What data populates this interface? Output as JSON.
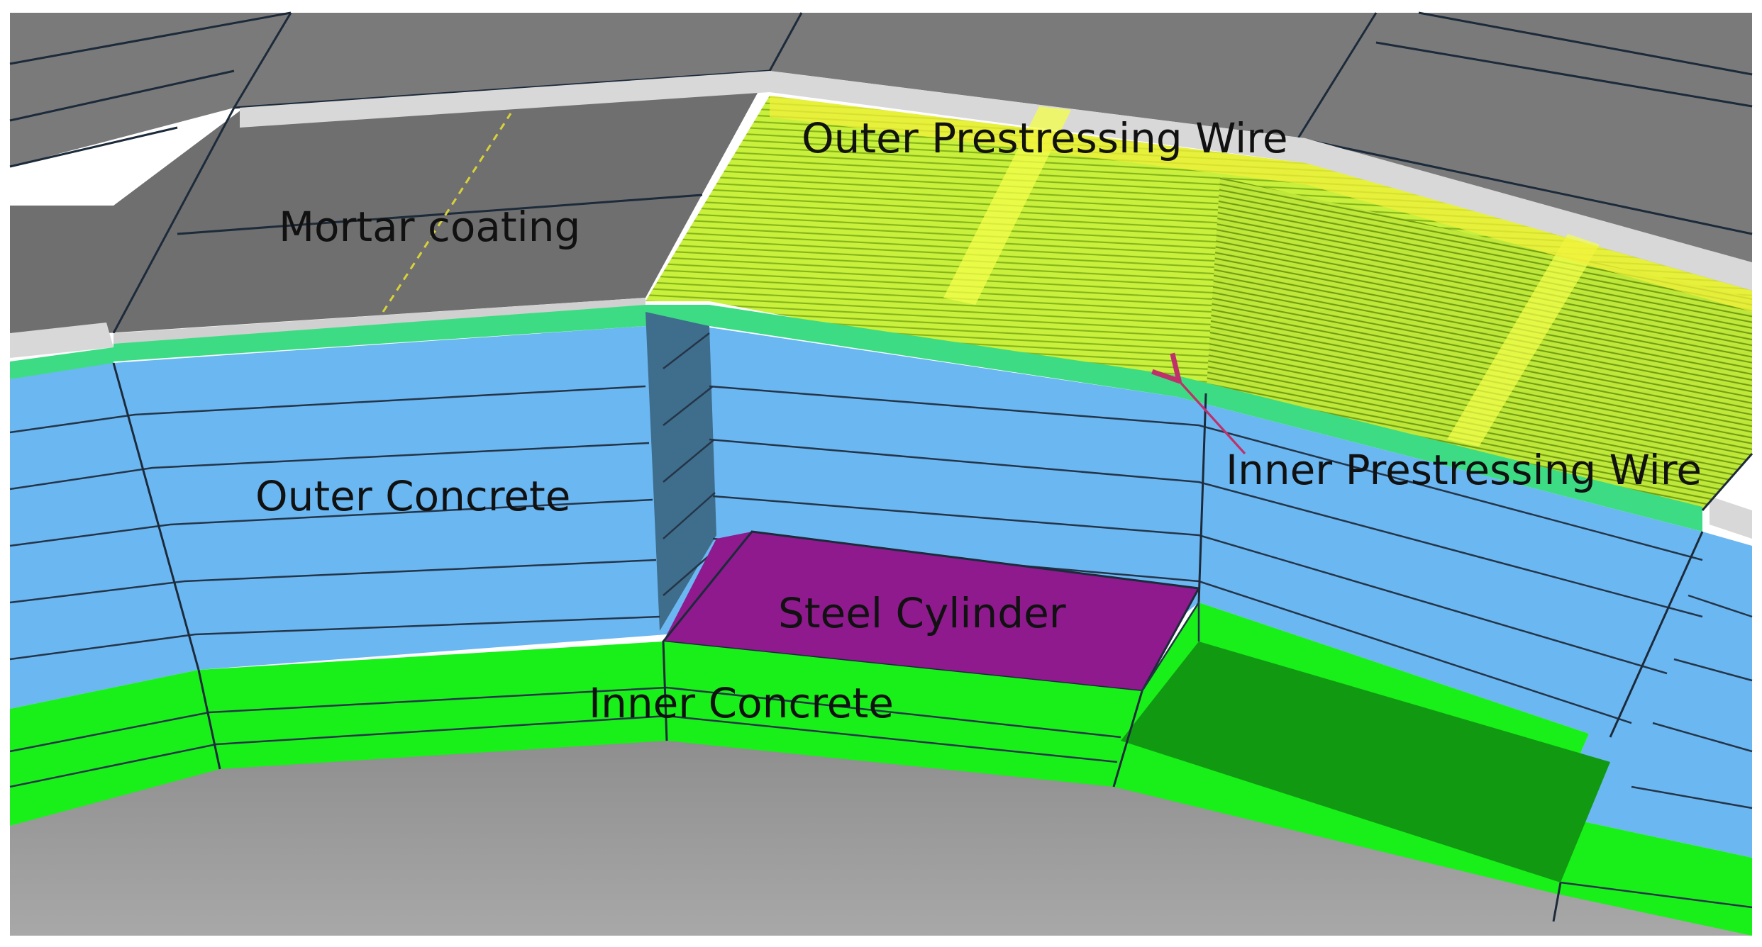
{
  "labels": {
    "outer_prestressing_wire": "Outer Prestressing Wire",
    "mortar_coating": "Mortar coating",
    "outer_concrete": "Outer Concrete",
    "inner_prestressing_wire": "Inner Prestressing Wire",
    "steel_cylinder": "Steel Cylinder",
    "inner_concrete": "Inner Concrete"
  },
  "colors": {
    "mortar": "#7a7a7a",
    "mortar_light": "#d8d8d8",
    "outer_concrete": "#6bb7f2",
    "outer_concrete_dark": "#3f6d8c",
    "wire": "#c8f03c",
    "wire_line": "#8fbf1e",
    "inner_wire": "#3ddc84",
    "steel_cylinder": "#8e1a8e",
    "inner_concrete": "#19ef19",
    "inner_concrete_dark": "#119a11",
    "bore": "#9a9a9a",
    "arrow": "#c0306a"
  }
}
